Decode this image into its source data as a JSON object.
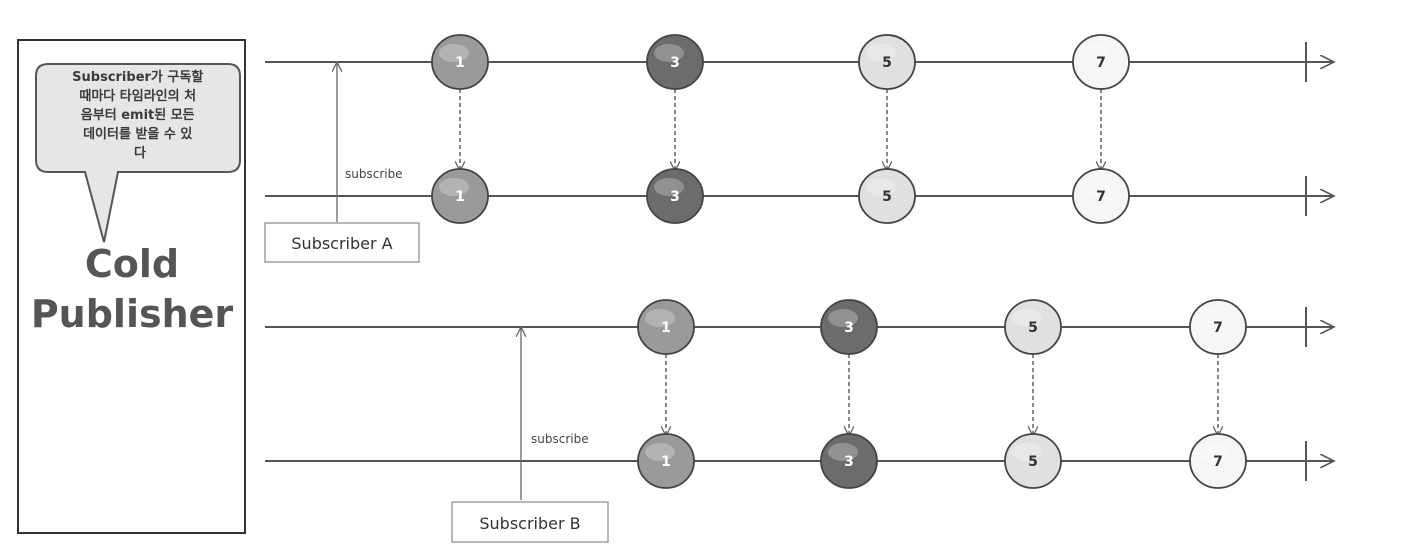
{
  "publisher": {
    "title_line1": "Cold",
    "title_line2": "Publisher",
    "bubble_lines": [
      "Subscriber가  구독할",
      "때마다 타임라인의 처",
      "음부터 emit된 모든",
      "데이터를 받을 수 있",
      "다"
    ]
  },
  "subscribers": [
    {
      "label": "Subscriber A",
      "subscribe_label": "subscribe"
    },
    {
      "label": "Subscriber B",
      "subscribe_label": "subscribe"
    }
  ],
  "timelines": [
    {
      "marbles": [
        "1",
        "3",
        "5",
        "7"
      ]
    },
    {
      "marbles": [
        "1",
        "3",
        "5",
        "7"
      ]
    },
    {
      "marbles": [
        "1",
        "3",
        "5",
        "7"
      ]
    },
    {
      "marbles": [
        "1",
        "3",
        "5",
        "7"
      ]
    }
  ],
  "colors": {
    "marble_1": "#9a9a9a",
    "marble_3": "#6c6c6c",
    "marble_5": "#e0e0e0",
    "marble_7": "#f6f6f6",
    "line": "#555555"
  }
}
